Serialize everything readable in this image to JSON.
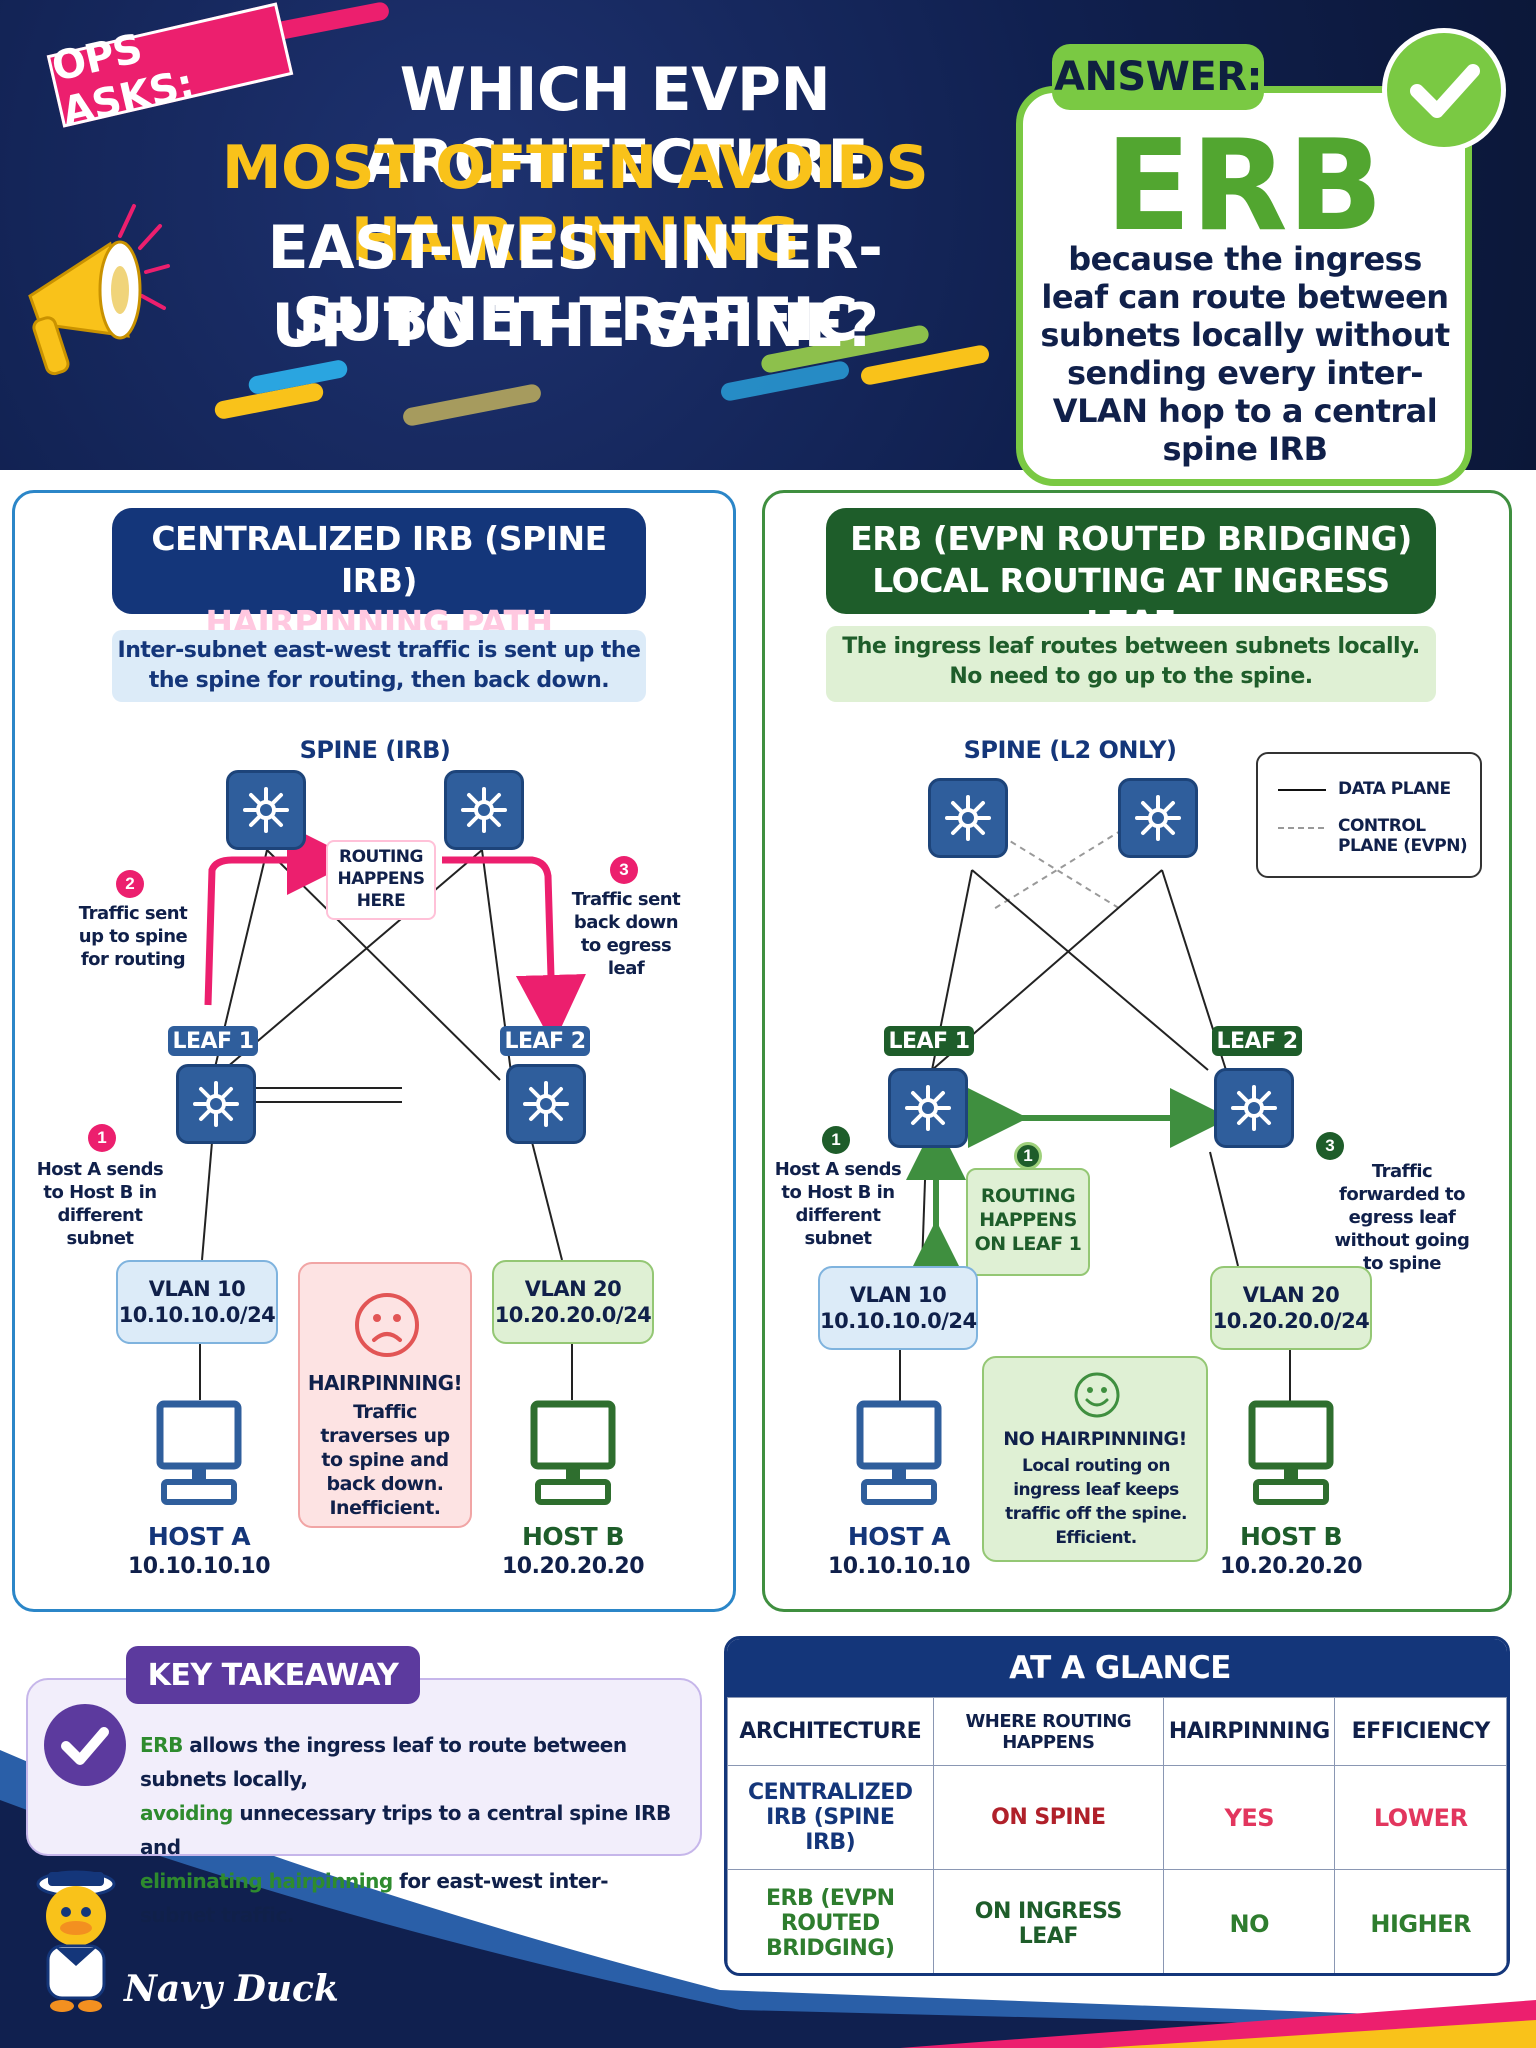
{
  "header": {
    "ops_tag": "OPS ASKS:",
    "question_line1": "WHICH EVPN ARCHITECTURE",
    "question_line2": "MOST OFTEN AVOIDS HAIRPINNING",
    "question_line3": "EAST-WEST INTER-SUBNET TRAFFIC",
    "question_line4": "UP TO THE SPINE?"
  },
  "answer": {
    "tag": "ANSWER:",
    "value": "ERB",
    "explanation": "because the ingress leaf can route between subnets locally without sending every inter-VLAN hop to a central spine IRB"
  },
  "left_panel": {
    "title_line1": "CENTRALIZED IRB (SPINE IRB)",
    "title_line2": "HAIRPINNING PATH",
    "description": "Inter-subnet east-west traffic is sent up the the spine for routing, then back down.",
    "spine_label": "SPINE (IRB)",
    "routing_label": "ROUTING HAPPENS HERE",
    "step1_num": "1",
    "step1_text": "Host A sends to Host B in different subnet",
    "step2_num": "2",
    "step2_text": "Traffic sent up to spine for routing",
    "step3_num": "3",
    "step3_text": "Traffic sent back down to egress leaf",
    "leaf1": "LEAF 1",
    "leaf2": "LEAF 2",
    "vlan10_name": "VLAN 10",
    "vlan10_subnet": "10.10.10.0/24",
    "vlan20_name": "VLAN 20",
    "vlan20_subnet": "10.20.20.0/24",
    "hair_title": "HAIRPINNING!",
    "hair_text": "Traffic traverses up to spine and back down. Inefficient.",
    "host_a_name": "HOST A",
    "host_a_ip": "10.10.10.10",
    "host_b_name": "HOST B",
    "host_b_ip": "10.20.20.20"
  },
  "right_panel": {
    "title_line1": "ERB (EVPN ROUTED BRIDGING)",
    "title_line2": "LOCAL ROUTING AT INGRESS LEAF",
    "description": "The ingress leaf routes between subnets locally. No need to go up to the spine.",
    "spine_label": "SPINE (L2 ONLY)",
    "legend_data": "DATA PLANE",
    "legend_control": "CONTROL PLANE (EVPN)",
    "leaf1": "LEAF 1",
    "leaf2": "LEAF 2",
    "step1_num": "1",
    "step1_text": "Host A sends to Host B in different subnet",
    "step2_num": "1",
    "routing_label": "ROUTING HAPPENS ON LEAF 1",
    "step3_num": "3",
    "step3_text": "Traffic forwarded to egress leaf without going to spine",
    "vlan10_name": "VLAN 10",
    "vlan10_subnet": "10.10.10.0/24",
    "vlan20_name": "VLAN 20",
    "vlan20_subnet": "10.20.20.0/24",
    "nohair_title": "NO HAIRPINNING!",
    "nohair_text": "Local routing on ingress leaf keeps traffic off the spine. Efficient.",
    "host_a_name": "HOST A",
    "host_a_ip": "10.10.10.10",
    "host_b_name": "HOST B",
    "host_b_ip": "10.20.20.20"
  },
  "key_takeaway": {
    "title": "KEY TAKEAWAY",
    "erb": "ERB",
    "text1": " allows the ingress leaf to route between subnets locally,",
    "avoiding": "avoiding",
    "text2": " unnecessary trips to a central spine IRB and",
    "eliminating": "eliminating hairpinning",
    "text3": " for east-west inter-subnet traffic."
  },
  "glance": {
    "title": "AT A GLANCE",
    "headers": [
      "ARCHITECTURE",
      "WHERE ROUTING HAPPENS",
      "HAIRPINNING",
      "EFFICIENCY"
    ],
    "row1": [
      "CENTRALIZED IRB (SPINE IRB)",
      "ON SPINE",
      "YES",
      "LOWER"
    ],
    "row2": [
      "ERB (EVPN ROUTED BRIDGING)",
      "ON INGRESS LEAF",
      "NO",
      "HIGHER"
    ]
  },
  "brand": "Navy Duck",
  "colors": {
    "navy": "#14367a",
    "pink": "#ec1f6e",
    "green": "#3f8f3f",
    "yellow": "#f9c21a",
    "purple": "#5c3a9e"
  }
}
